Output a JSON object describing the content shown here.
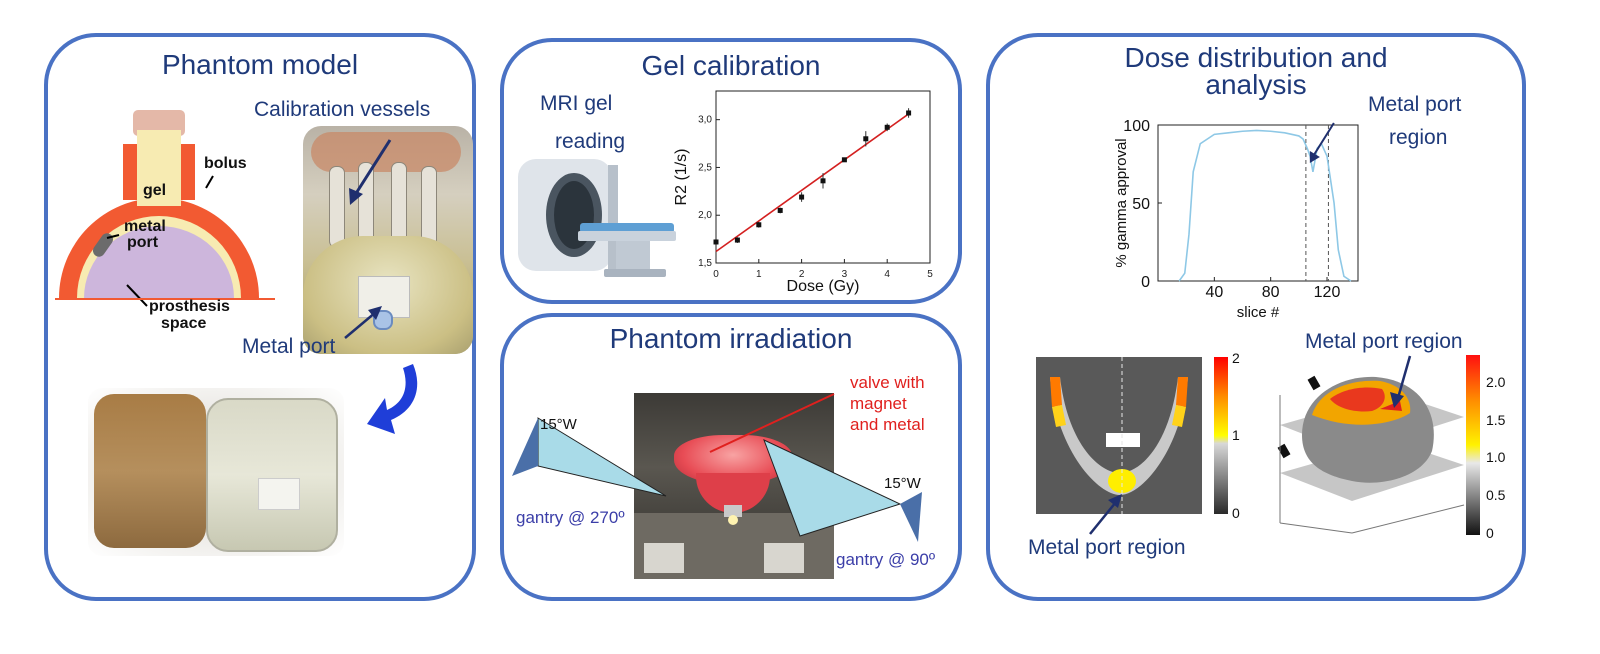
{
  "panels": {
    "phantom_model": {
      "title": "Phantom model",
      "labels": {
        "calibration_vessels": "Calibration vessels",
        "bolus": "bolus",
        "gel": "gel",
        "metal_port_line1": "metal",
        "metal_port_line2": "port",
        "prosthesis_line1": "prosthesis",
        "prosthesis_line2": "space",
        "metal_port_photo": "Metal port"
      }
    },
    "gel_calibration": {
      "title": "Gel calibration",
      "mri_line1": "MRI gel",
      "mri_line2": "reading"
    },
    "phantom_irradiation": {
      "title": "Phantom irradiation",
      "valve_line1": "valve with",
      "valve_line2": "magnet",
      "valve_line3": "and metal",
      "angle_left": "15°W",
      "angle_right": "15°W",
      "gantry_left": "gantry @ 270º",
      "gantry_right": "gantry @ 90º"
    },
    "dose_distribution": {
      "title_line1": "Dose distribution and",
      "title_line2": "analysis",
      "metal_port_line1": "Metal port",
      "metal_port_line2": "region",
      "metal_port_region_bottom": "Metal port region",
      "metal_port_region_right": "Metal port region",
      "colorbar_left_ticks": [
        "2",
        "1",
        "0"
      ],
      "colorbar_right_ticks": [
        "2.0",
        "1.5",
        "1.0",
        "0.5",
        "0"
      ]
    }
  },
  "chart_data": [
    {
      "type": "scatter",
      "name": "R2 vs dose calibration",
      "xlabel": "Dose (Gy)",
      "ylabel": "R2 (1/s)",
      "xlim": [
        0,
        5
      ],
      "ylim": [
        1.5,
        3.3
      ],
      "x_ticks": [
        "0",
        "1",
        "2",
        "3",
        "4",
        "5"
      ],
      "y_ticks": [
        "1,5",
        "2,0",
        "2,5",
        "3,0"
      ],
      "x": [
        0,
        0.5,
        1,
        1.5,
        2,
        2.5,
        3,
        3.5,
        4,
        4.5
      ],
      "y": [
        1.72,
        1.74,
        1.9,
        2.05,
        2.19,
        2.36,
        2.58,
        2.8,
        2.92,
        3.07
      ],
      "err": [
        0.02,
        0.03,
        0.03,
        0.03,
        0.05,
        0.08,
        0.02,
        0.08,
        0.04,
        0.05
      ],
      "fit": {
        "x": [
          0,
          4.5
        ],
        "y": [
          1.62,
          3.06
        ]
      },
      "colors": {
        "points": "#111111",
        "fit": "#d42020"
      }
    },
    {
      "type": "line",
      "name": "gamma approval per slice",
      "xlabel": "slice #",
      "ylabel": "% gamma approval",
      "xlim": [
        0,
        142
      ],
      "ylim": [
        0,
        100
      ],
      "x_ticks": [
        "40",
        "80",
        "120"
      ],
      "y_ticks": [
        "0",
        "50",
        "100"
      ],
      "x": [
        15,
        19,
        22,
        25,
        30,
        40,
        50,
        60,
        70,
        80,
        90,
        100,
        103,
        106,
        108,
        110,
        113,
        116,
        120,
        125,
        128,
        132,
        137
      ],
      "y": [
        0,
        5,
        30,
        70,
        88,
        94,
        95,
        96,
        96.5,
        96,
        95,
        93,
        91,
        85,
        80,
        70,
        85,
        88,
        80,
        50,
        20,
        3,
        0
      ],
      "vlines": [
        105,
        121
      ],
      "colors": {
        "line": "#8ec8e6"
      }
    }
  ]
}
